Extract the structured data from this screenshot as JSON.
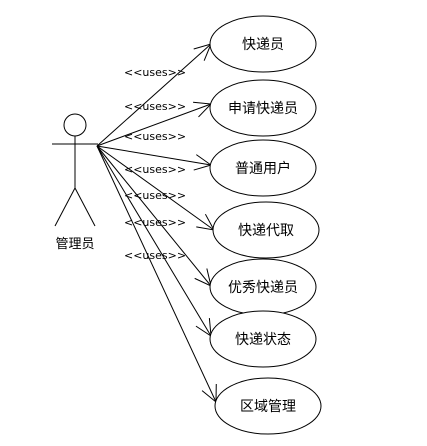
{
  "actor": {
    "label": "管理员"
  },
  "stereotype": "<<uses>>",
  "use_cases": [
    {
      "id": "courier",
      "label": "快递员"
    },
    {
      "id": "apply-courier",
      "label": "申请快递员"
    },
    {
      "id": "normal-user",
      "label": "普通用户"
    },
    {
      "id": "pickup-proxy",
      "label": "快递代取"
    },
    {
      "id": "excellent-courier",
      "label": "优秀快递员"
    },
    {
      "id": "delivery-status",
      "label": "快递状态"
    },
    {
      "id": "area-management",
      "label": "区域管理"
    }
  ],
  "relationships": [
    {
      "from": "actor",
      "to": "courier",
      "label": "<<uses>>"
    },
    {
      "from": "actor",
      "to": "apply-courier",
      "label": "<<uses>>"
    },
    {
      "from": "actor",
      "to": "normal-user",
      "label": "<<uses>>"
    },
    {
      "from": "actor",
      "to": "pickup-proxy",
      "label": "<<uses>>"
    },
    {
      "from": "actor",
      "to": "excellent-courier",
      "label": "<<uses>>"
    },
    {
      "from": "actor",
      "to": "delivery-status",
      "label": "<<uses>>"
    },
    {
      "from": "actor",
      "to": "area-management",
      "label": "<<uses>>"
    }
  ]
}
